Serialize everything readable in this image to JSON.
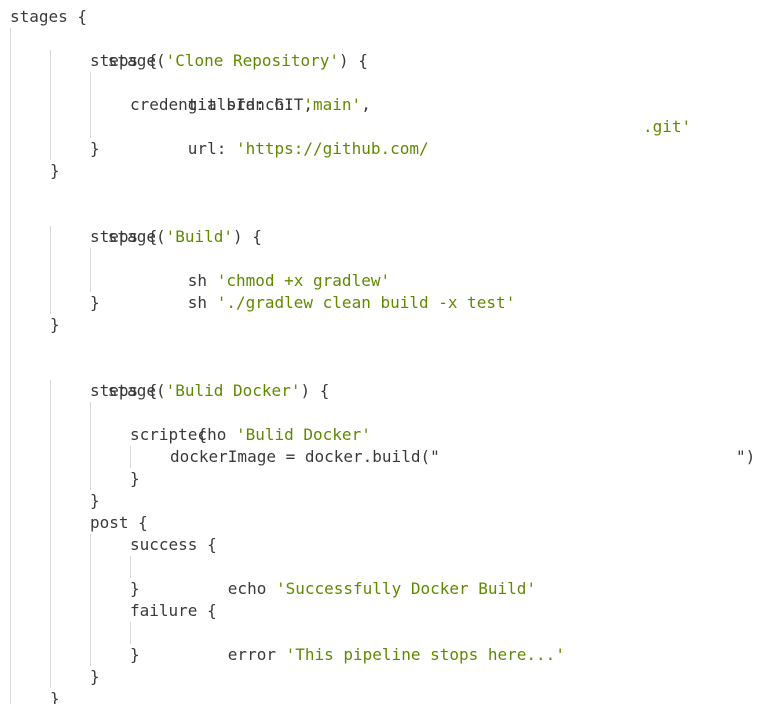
{
  "code_lines": [
    {
      "text": "stages {"
    },
    {
      "text": "stage(",
      "str": "'Clone Repository'",
      "tail": ") {"
    },
    {
      "text": "steps {"
    },
    {
      "text": "git branch: ",
      "str": "'main'",
      "tail": ","
    },
    {
      "text": "credentialsId: GIT,"
    },
    {
      "text": "url: ",
      "str": "'https://github.com/",
      "tail2": ".git'"
    },
    {
      "text": "}"
    },
    {
      "text": "}"
    },
    {
      "text": ""
    },
    {
      "text": "stage(",
      "str": "'Build'",
      "tail": ") {"
    },
    {
      "text": "steps {"
    },
    {
      "text": "sh ",
      "str": "'chmod +x gradlew'"
    },
    {
      "text": "sh ",
      "str": "'./gradlew clean build -x test'"
    },
    {
      "text": "}"
    },
    {
      "text": "}"
    },
    {
      "text": ""
    },
    {
      "text": "stage(",
      "str": "'Bulid Docker'",
      "tail": ") {"
    },
    {
      "text": "steps {"
    },
    {
      "text": "echo ",
      "str": "'Bulid Docker'"
    },
    {
      "text": "script {"
    },
    {
      "text": "dockerImage = docker.build(\"",
      "tail2": "\")"
    },
    {
      "text": "}"
    },
    {
      "text": "}"
    },
    {
      "text": "post {"
    },
    {
      "text": "success {"
    },
    {
      "text": "echo ",
      "str": "'Successfully Docker Build'"
    },
    {
      "text": "}"
    },
    {
      "text": "failure {"
    },
    {
      "text": "error ",
      "str": "'This pipeline stops here...'"
    },
    {
      "text": "}"
    },
    {
      "text": "}"
    },
    {
      "text": "}"
    }
  ]
}
